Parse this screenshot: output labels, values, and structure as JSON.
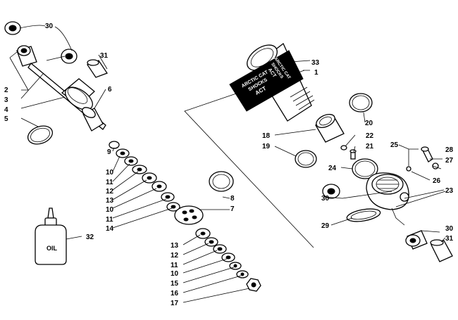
{
  "labels": {
    "l1": "1",
    "l2": "2",
    "l3": "3",
    "l4": "4",
    "l5": "5",
    "l6": "6",
    "l7": "7",
    "l8": "8",
    "l9": "9",
    "l10a": "10",
    "l10b": "10",
    "l10c": "10",
    "l11a": "11",
    "l11b": "11",
    "l11c": "11",
    "l12a": "12",
    "l12b": "12",
    "l13a": "13",
    "l13b": "13",
    "l14": "14",
    "l15": "15",
    "l16": "16",
    "l17": "17",
    "l18": "18",
    "l19": "19",
    "l20": "20",
    "l21": "21",
    "l22": "22",
    "l23": "23",
    "l24": "24",
    "l25": "25",
    "l26": "26",
    "l27": "27",
    "l28": "28",
    "l29": "29",
    "l30a": "30",
    "l30b": "30",
    "l30c": "30",
    "l31a": "31",
    "l31b": "31",
    "l32": "32",
    "l33": "33"
  },
  "decal": {
    "line1": "ARCTIC CAT",
    "line2": "SHOCKS",
    "line3": "ACT"
  },
  "bottle": {
    "text": "OIL"
  }
}
